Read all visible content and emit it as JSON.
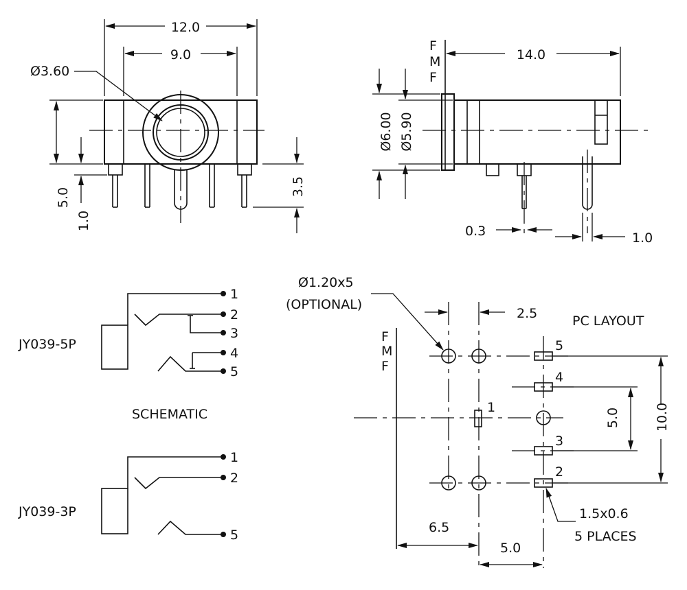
{
  "front_view": {
    "dim_width_outer": "12.0",
    "dim_width_inner": "9.0",
    "dim_bore": "Ø3.60",
    "dim_body_height": "5.0",
    "dim_standoff": "1.0",
    "dim_pin_length": "3.5"
  },
  "side_view": {
    "fmf_letters": [
      "F",
      "M",
      "F"
    ],
    "dim_length": "14.0",
    "dim_outer_dia": "Ø6.00",
    "dim_inner_dia": "Ø5.90",
    "dim_pin_thickness": "0.3",
    "dim_pin_width": "1.0"
  },
  "schematic": {
    "title": "SCHEMATIC",
    "jy5p": {
      "label": "JY039-5P",
      "pins": [
        "1",
        "2",
        "3",
        "4",
        "5"
      ]
    },
    "jy3p": {
      "label": "JY039-3P",
      "pins": [
        "1",
        "2",
        "5"
      ]
    }
  },
  "pc_layout": {
    "title": "PC LAYOUT",
    "fmf_letters": [
      "F",
      "M",
      "F"
    ],
    "hole_note_1": "Ø1.20x5",
    "hole_note_2": "(OPTIONAL)",
    "dim_hole_pitch": "2.5",
    "dim_span_10": "10.0",
    "dim_span_5": "5.0",
    "dim_offset_6_5": "6.5",
    "dim_pitch_5_0": "5.0",
    "pad_note_1": "1.5x0.6",
    "pad_note_2": "5 PLACES",
    "pad_numbers": [
      "1",
      "2",
      "3",
      "4",
      "5"
    ]
  }
}
